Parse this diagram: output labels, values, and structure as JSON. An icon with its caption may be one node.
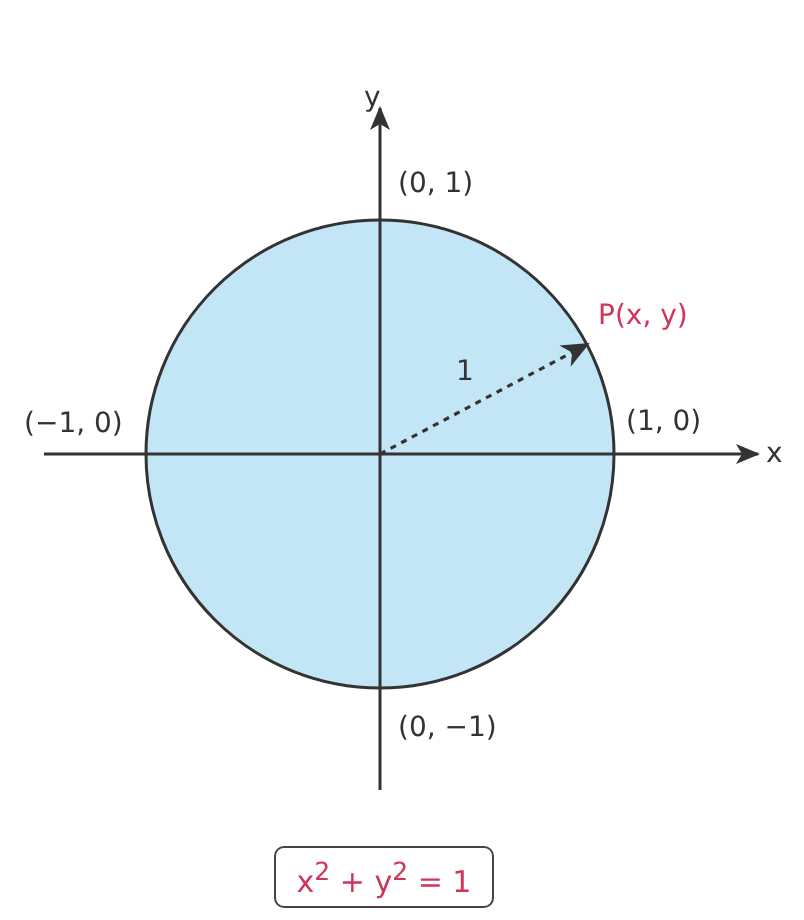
{
  "diagram": {
    "nodes": [
      {
        "text": [],
        "shape": "circle",
        "beside": [
          "(0, 1)",
          "(−1, 0)",
          "(1, 0)",
          "(0, −1)"
        ]
      },
      {
        "text": [
          "P(x, y)"
        ]
      },
      {
        "text": [
          "x$^{2}$ + y$^{2}$ = 1"
        ]
      }
    ],
    "edges": [
      {
        "from": 0,
        "to": 1,
        "arrow": "to",
        "style": "dashed",
        "label": "1"
      }
    ],
    "labels": [
      "y",
      "x"
    ]
  }
}
